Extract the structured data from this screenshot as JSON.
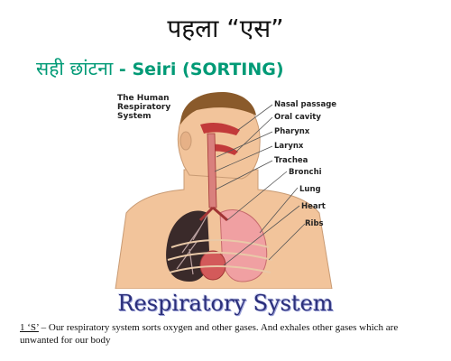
{
  "slide": {
    "title": "पहला “एस”",
    "subtitle_hindi": "सही छांटना",
    "subtitle_sep": " - ",
    "subtitle_english": "Seiri (SORTING)"
  },
  "figure": {
    "title_line1": "The Human",
    "title_line2": "Respiratory",
    "title_line3": "System",
    "labels": [
      "Nasal passage",
      "Oral cavity",
      "Pharynx",
      "Larynx",
      "Trachea",
      "Bronchi",
      "Lung",
      "Heart",
      "Ribs"
    ]
  },
  "caption": "Respiratory System",
  "note": {
    "tag": "1 ‘S’",
    "text": " – Our respiratory system sorts oxygen and other gases. And exhales other gases which are unwanted for our body"
  },
  "colors": {
    "subtitle": "#009a76",
    "caption": "#2b2f7a",
    "skin": "#f2c49b",
    "lung": "#f0a0a2",
    "airway": "#c23a3a"
  }
}
